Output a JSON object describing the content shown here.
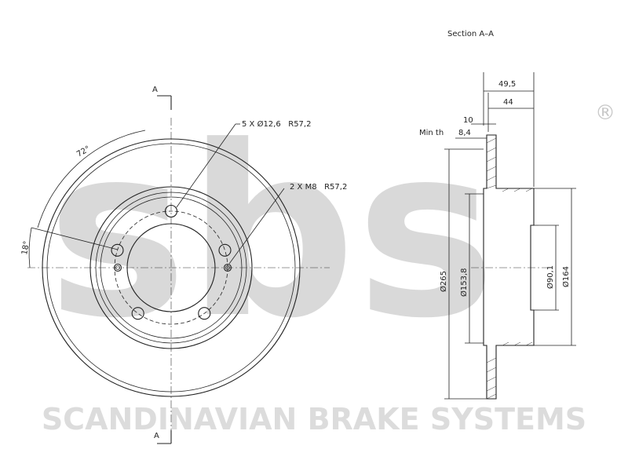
{
  "brand": {
    "watermark_letters": "sbs",
    "registered_mark": "®",
    "footer": "SCANDINAVIAN BRAKE SYSTEMS"
  },
  "front_view": {
    "section_marker_top": "A",
    "section_marker_bottom": "A",
    "angle_72": "72°",
    "angle_18": "18°",
    "callout_holes": "5 X Ø12,6   R57,2",
    "callout_threads": "2 X M8   R57,2"
  },
  "section_view": {
    "title": "Section A–A",
    "dim_overall_width": "49,5",
    "dim_hat_width": "44",
    "dim_thickness": "10",
    "min_thickness_label": "Min th",
    "min_thickness_value": "8,4",
    "dia_outer": "Ø265",
    "dia_friction_inner": "Ø153,8",
    "dia_center_bore": "Ø90,1",
    "dia_hat": "Ø164"
  },
  "colors": {
    "line": "#222222",
    "watermark": "#d9d9d9"
  }
}
